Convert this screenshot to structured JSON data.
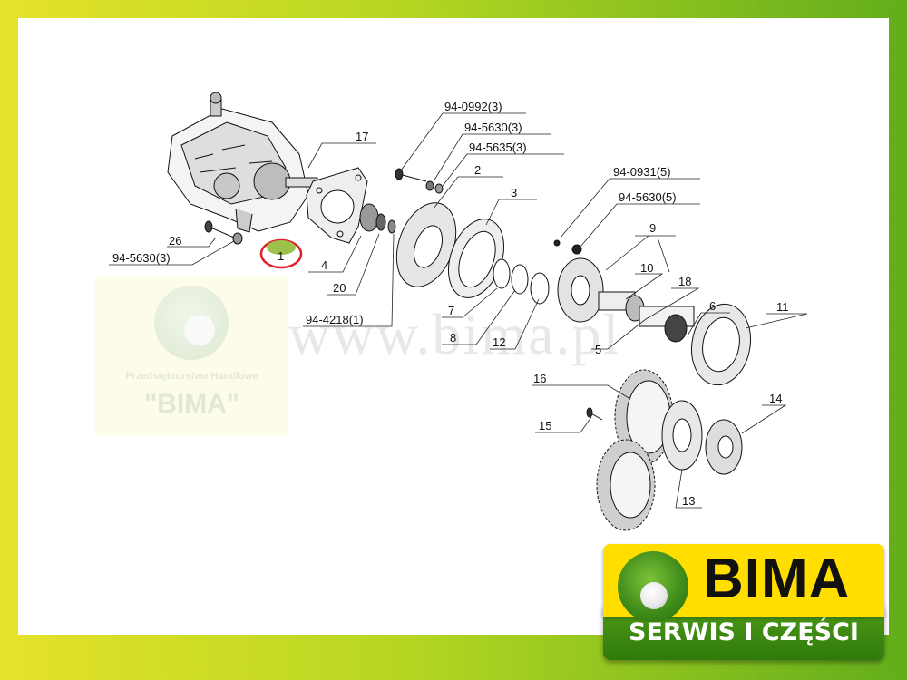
{
  "watermark": {
    "url": "www.bima.pl",
    "logo_line1": "Przedsiębiorstwo Handlowe",
    "logo_line2": "\"BIMA\""
  },
  "badge": {
    "title": "BIMA",
    "subtitle": "SERWIS I CZĘŚCI",
    "colors": {
      "top": "#ffde00",
      "bottom": "#3a8a10",
      "frame_left": "#e6e22a",
      "frame_right": "#62ad1c"
    }
  },
  "highlight": {
    "label": "1",
    "ring_color": "#e0202a",
    "fill_color": "#9cc24a"
  },
  "labels": {
    "p17": "17",
    "p26": "26",
    "p94_5630_3_left": "94-5630(3)",
    "p4": "4",
    "p20": "20",
    "p94_4218": "94-4218(1)",
    "p94_0992": "94-0992(3)",
    "p94_5630_3": "94-5630(3)",
    "p94_5635": "94-5635(3)",
    "p2": "2",
    "p3": "3",
    "p7": "7",
    "p8": "8",
    "p12": "12",
    "p94_0931": "94-0931(5)",
    "p94_5630_5": "94-5630(5)",
    "p9": "9",
    "p10": "10",
    "p18": "18",
    "p6": "6",
    "p5": "5",
    "p11": "11",
    "p16": "16",
    "p15": "15",
    "p14": "14",
    "p13": "13"
  }
}
